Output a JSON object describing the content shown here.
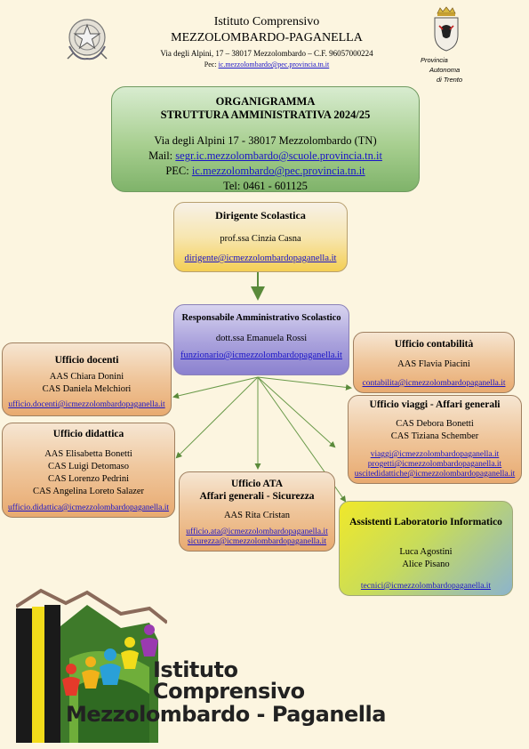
{
  "header": {
    "title": "Istituto Comprensivo",
    "subtitle": "MEZZOLOMBARDO-PAGANELLA",
    "address": "Via degli Alpini, 17 – 38017 Mezzolombardo – C.F. 96057000224",
    "pec_label": "Pec:",
    "pec": "ic.mezzolombardo@pec.provincia.tn.it",
    "province_lines": [
      "Provincia",
      "Autonoma",
      "di Trento"
    ]
  },
  "org": {
    "title": "ORGANIGRAMMA",
    "subtitle": "STRUTTURA AMMINISTRATIVA 2024/25",
    "address": "Via degli Alpini 17 - 38017 Mezzolombardo (TN)",
    "mail_label": "Mail:",
    "mail": "segr.ic.mezzolombardo@scuole.provincia.tn.it",
    "pec_label": "PEC:",
    "pec": "ic.mezzolombardo@pec.provincia.tn.it",
    "tel": "Tel:  0461 - 601125"
  },
  "nodes": {
    "dirigente": {
      "title": "Dirigente Scolastica",
      "person": "prof.ssa Cinzia Casna",
      "email": "dirigente@icmezzolombardopaganella.it"
    },
    "responsabile": {
      "title": "Responsabile Amministrativo Scolastico",
      "person": "dott.ssa Emanuela Rossi",
      "email": "funzionario@icmezzolombardopaganella.it"
    },
    "docenti": {
      "title": "Ufficio docenti",
      "people": [
        "AAS Chiara Donini",
        "CAS Daniela Melchiori"
      ],
      "email": "ufficio.docenti@icmezzolombardopaganella.it"
    },
    "didattica": {
      "title": "Ufficio didattica",
      "people": [
        "AAS Elisabetta Bonetti",
        "CAS Luigi Detomaso",
        "CAS Lorenzo Pedrini",
        "CAS Angelina Loreto Salazer"
      ],
      "email": "ufficio.didattica@icmezzolombardopaganella.it"
    },
    "contabilita": {
      "title": "Ufficio contabilità",
      "people": [
        "AAS Flavia Piacini"
      ],
      "email": "contabilita@icmezzolombardopaganella.it"
    },
    "viaggi": {
      "title": "Ufficio viaggi - Affari generali",
      "people": [
        "CAS Debora Bonetti",
        "CAS Tiziana Schember"
      ],
      "emails": [
        "viaggi@icmezzolombardopaganella.it",
        "progetti@icmezzolombardopaganella.it",
        "uscitedidattiche@icmezzolombardopaganella.it"
      ]
    },
    "ata": {
      "title": "Ufficio ATA",
      "subtitle": "Affari generali - Sicurezza",
      "people": [
        "AAS Rita Cristan"
      ],
      "emails": [
        "ufficio.ata@icmezzolombardopaganella.it",
        "sicurezza@icmezzolombardopaganella.it"
      ]
    },
    "laboratorio": {
      "title": "Assistenti Laboratorio Informatico",
      "people": [
        "Luca Agostini",
        "Alice Pisano"
      ],
      "email": "tecnici@icmezzolombardopaganella.it"
    }
  },
  "logo": {
    "line1": "Istituto",
    "line2": "Comprensivo",
    "line3": "Mezzolombardo - Paganella"
  },
  "colors": {
    "arrow": "#5a8a3a",
    "link": "#1a14c8",
    "background": "#FCF5E0"
  }
}
